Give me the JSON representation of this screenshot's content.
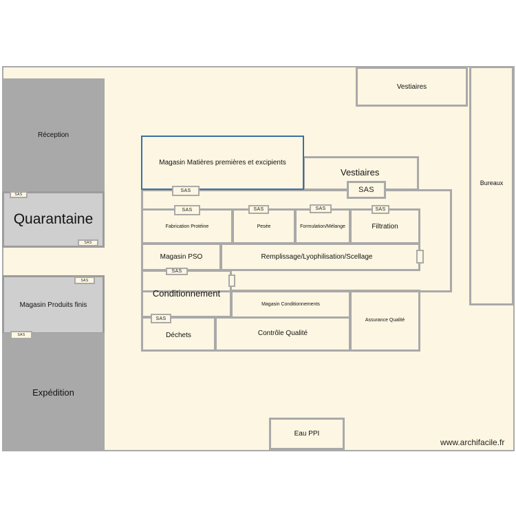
{
  "plan": {
    "rooms": {
      "reception": "Réception",
      "quarantaine": "Quarantaine",
      "magasin_produits_finis": "Magasin Produits finis",
      "expedition": "Expédition",
      "vestiaires_top": "Vestiaires",
      "bureaux": "Bureaux",
      "magasin_matieres": "Magasin Matières premières et excipients",
      "vestiaires_mid": "Vestiaires",
      "fabrication_proteine": "Fabrication Protéine",
      "pesee": "Pesée",
      "formulation_melange": "Formulation/Mélange",
      "filtration": "Filtration",
      "magasin_pso": "Magasin PSO",
      "remplissage": "Remplissage/Lyophilisation/Scellage",
      "conditionnement": "Conditionnement",
      "magasin_conditionnements": "Magasin Conditionnements",
      "assurance_qualite": "Assurance Qualité",
      "dechets": "Déchets",
      "controle_qualite": "Contrôle Qualité",
      "eau_ppi": "Eau PPI"
    },
    "sas_label": "SAS",
    "watermark": "www.archifacile.fr",
    "colors": {
      "floor": "#fcf6e2",
      "wall": "#a9a9a9",
      "dark_zone": "#a9a9a9",
      "light_zone": "#cfcfcf",
      "highlight": "#3a6fa3"
    }
  }
}
